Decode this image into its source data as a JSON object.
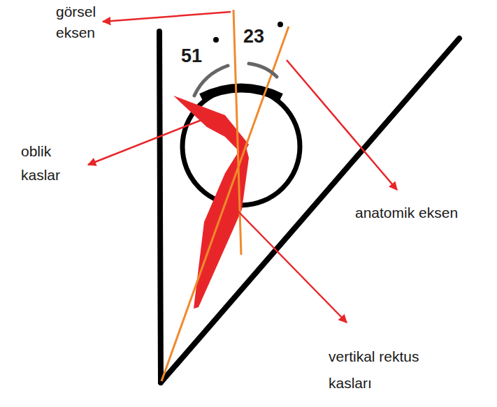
{
  "diagram": {
    "labels": [
      "görsel eksen",
      "51",
      "23",
      "oblik kaslar",
      "anatomik eksen",
      "vertikal rektus kasları"
    ]
  }
}
